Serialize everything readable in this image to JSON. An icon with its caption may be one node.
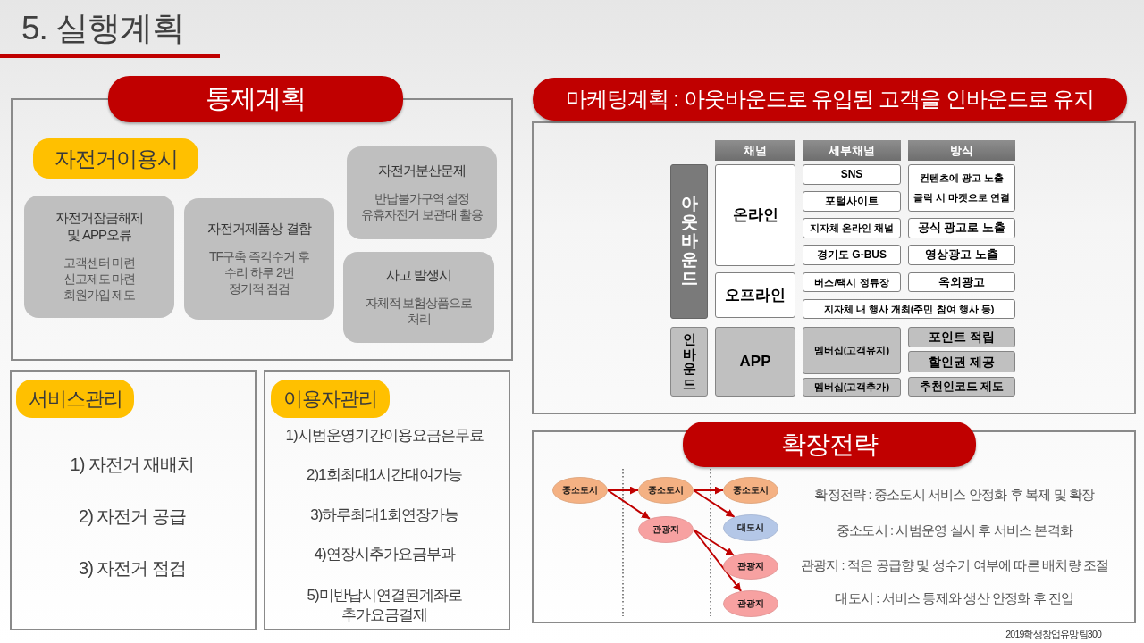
{
  "diagram": {
    "title": "5. 실행계획",
    "nodes": [
      {
        "text": [
          "통제계획"
        ]
      },
      {
        "text": [
          "자전거이용시"
        ],
        "in": 0
      },
      {
        "text": [
          "자전거잠금해제 및 APP오류",
          "고객센터 마련 신고제도 마련 회원가입 제도"
        ],
        "in": 0
      },
      {
        "text": [
          "자전거제품상 결함",
          "TF구축 즉각수거 후 수리 하루 2번 정기적 점검"
        ],
        "in": 0
      },
      {
        "text": [
          "자전거분산문제",
          "반납불가구역 설정 유휴자전거 보관대 활용"
        ],
        "in": 0
      },
      {
        "text": [
          "사고 발생시",
          "자체적 보험상품으로 처리"
        ],
        "in": 0
      },
      {
        "text": [
          "마케팅계획 : 아웃바운드로 유입된 고객을 인바운드로 유지"
        ]
      },
      {
        "text": [
          "채널"
        ],
        "in": 6
      },
      {
        "text": [
          "세부채널"
        ],
        "in": 6
      },
      {
        "text": [
          "방식"
        ],
        "in": 6
      },
      {
        "text": [
          "아웃바운드"
        ],
        "in": 6
      },
      {
        "text": [
          "온라인"
        ],
        "in": 6
      },
      {
        "text": [
          "SNS"
        ],
        "in": 6
      },
      {
        "text": [
          "컨텐츠에 광고 노출",
          "클릭 시 마켓으로 연결"
        ],
        "in": 6
      },
      {
        "text": [
          "포털사이트"
        ],
        "in": 6
      },
      {
        "text": [
          "지자체 온라인 채널"
        ],
        "in": 6
      },
      {
        "text": [
          "공식 광고로 노출"
        ],
        "in": 6
      },
      {
        "text": [
          "경기도 G-BUS"
        ],
        "in": 6
      },
      {
        "text": [
          "영상광고 노출"
        ],
        "in": 6
      },
      {
        "text": [
          "오프라인"
        ],
        "in": 6
      },
      {
        "text": [
          "버스/택시 정류장"
        ],
        "in": 6
      },
      {
        "text": [
          "옥외광고"
        ],
        "in": 6
      },
      {
        "text": [
          "지자체 내 행사 개최(주민 참여 행사 등)"
        ],
        "in": 6
      },
      {
        "text": [
          "인바운드"
        ],
        "in": 6
      },
      {
        "text": [
          "APP"
        ],
        "in": 6
      },
      {
        "text": [
          "멤버십(고객유지)"
        ],
        "in": 6
      },
      {
        "text": [
          "포인트 적립"
        ],
        "in": 6
      },
      {
        "text": [
          "할인권 제공"
        ],
        "in": 6
      },
      {
        "text": [
          "멤버십(고객추가)"
        ],
        "in": 6
      },
      {
        "text": [
          "추천인코드 제도"
        ],
        "in": 6
      },
      {
        "text": [
          "1) 자전거 재배치",
          "2) 자전거 공급",
          "3) 자전거 점검"
        ]
      },
      {
        "text": [
          "서비스관리"
        ],
        "in": 30
      },
      {
        "text": [
          "1)시범운영기간이용요금은무료",
          "2)1회최대1시간대여가능",
          "3)하루최대1회연장가능",
          "4)연장시추가요금부과",
          "5)미반납시연결된계좌로 추가요금결제"
        ]
      },
      {
        "text": [
          "이용자관리"
        ],
        "in": 32
      },
      {
        "text": [
          "확장전략"
        ]
      },
      {
        "text": [
          "중소도시"
        ],
        "in": 34
      },
      {
        "text": [
          "중소도시"
        ],
        "in": 34
      },
      {
        "text": [
          "관광지"
        ],
        "in": 34
      },
      {
        "text": [
          "중소도시"
        ],
        "in": 34
      },
      {
        "text": [
          "대도시"
        ],
        "in": 34
      },
      {
        "text": [
          "관광지"
        ],
        "in": 34
      },
      {
        "text": [
          "관광지"
        ],
        "in": 34
      }
    ],
    "edges": [
      {
        "from": 35,
        "to": 36,
        "arrow": "to"
      },
      {
        "from": 35,
        "to": 37,
        "arrow": "to"
      },
      {
        "from": 36,
        "to": 38,
        "arrow": "to"
      },
      {
        "from": 36,
        "to": 39,
        "arrow": "to"
      },
      {
        "from": 37,
        "to": 40,
        "arrow": "to"
      },
      {
        "from": 37,
        "to": 41,
        "arrow": "to"
      }
    ],
    "labels": [
      "확정전략 : 중소도시 서비스 안정화 후 복제 및 확장",
      "중소도시 : 시범운영 실시 후 서비스 본격화",
      "관광지 : 적은 공급향 및 성수기 여부에 따른 배치량 조절",
      "대도시 : 서비스 통제와 생산 안정화 후 진입",
      "2019학생창업유망팀300"
    ]
  }
}
